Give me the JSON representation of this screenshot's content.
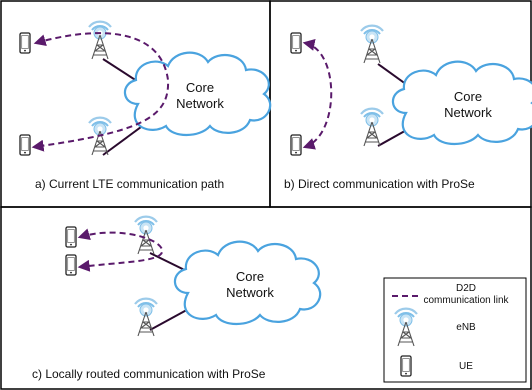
{
  "panels": [
    {
      "caption": "a) Current LTE communication path",
      "core_label_line1": "Core",
      "core_label_line2": "Network"
    },
    {
      "caption": "b) Direct communication with ProSe",
      "core_label_line1": "Core",
      "core_label_line2": "Network"
    },
    {
      "caption": "c) Locally routed communication with ProSe",
      "core_label_line1": "Core",
      "core_label_line2": "Network"
    }
  ],
  "legend": {
    "d2d_line1": "D2D",
    "d2d_line2": "communication link",
    "enb": "eNB",
    "ue": "UE"
  },
  "colors": {
    "d2d_link": "#5a1a6b",
    "backhaul": "#2a0a2e",
    "cloud_stroke": "#4aa3df",
    "tower_glow": "#7fbfe8",
    "border": "#000000"
  },
  "icons": {
    "ue": "mobile-phone-icon",
    "enb": "cell-tower-icon",
    "core": "cloud-icon"
  }
}
